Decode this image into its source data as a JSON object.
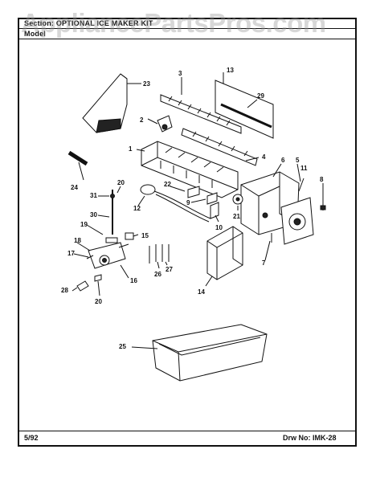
{
  "header": {
    "section_label": "Section:",
    "section_value": "OPTIONAL ICE MAKER KIT",
    "model_label": "Model"
  },
  "watermark": "AppliancePartsPros.com",
  "footer": {
    "date": "5/92",
    "drawing_label": "Drw No:",
    "drawing_number": "IMK-28"
  },
  "callouts": [
    "1",
    "2",
    "3",
    "4",
    "5",
    "6",
    "7",
    "8",
    "9",
    "10",
    "11",
    "12",
    "13",
    "14",
    "15",
    "16",
    "17",
    "18",
    "19",
    "20",
    "20",
    "21",
    "22",
    "23",
    "24",
    "25",
    "26",
    "27",
    "28",
    "29",
    "30",
    "31"
  ]
}
